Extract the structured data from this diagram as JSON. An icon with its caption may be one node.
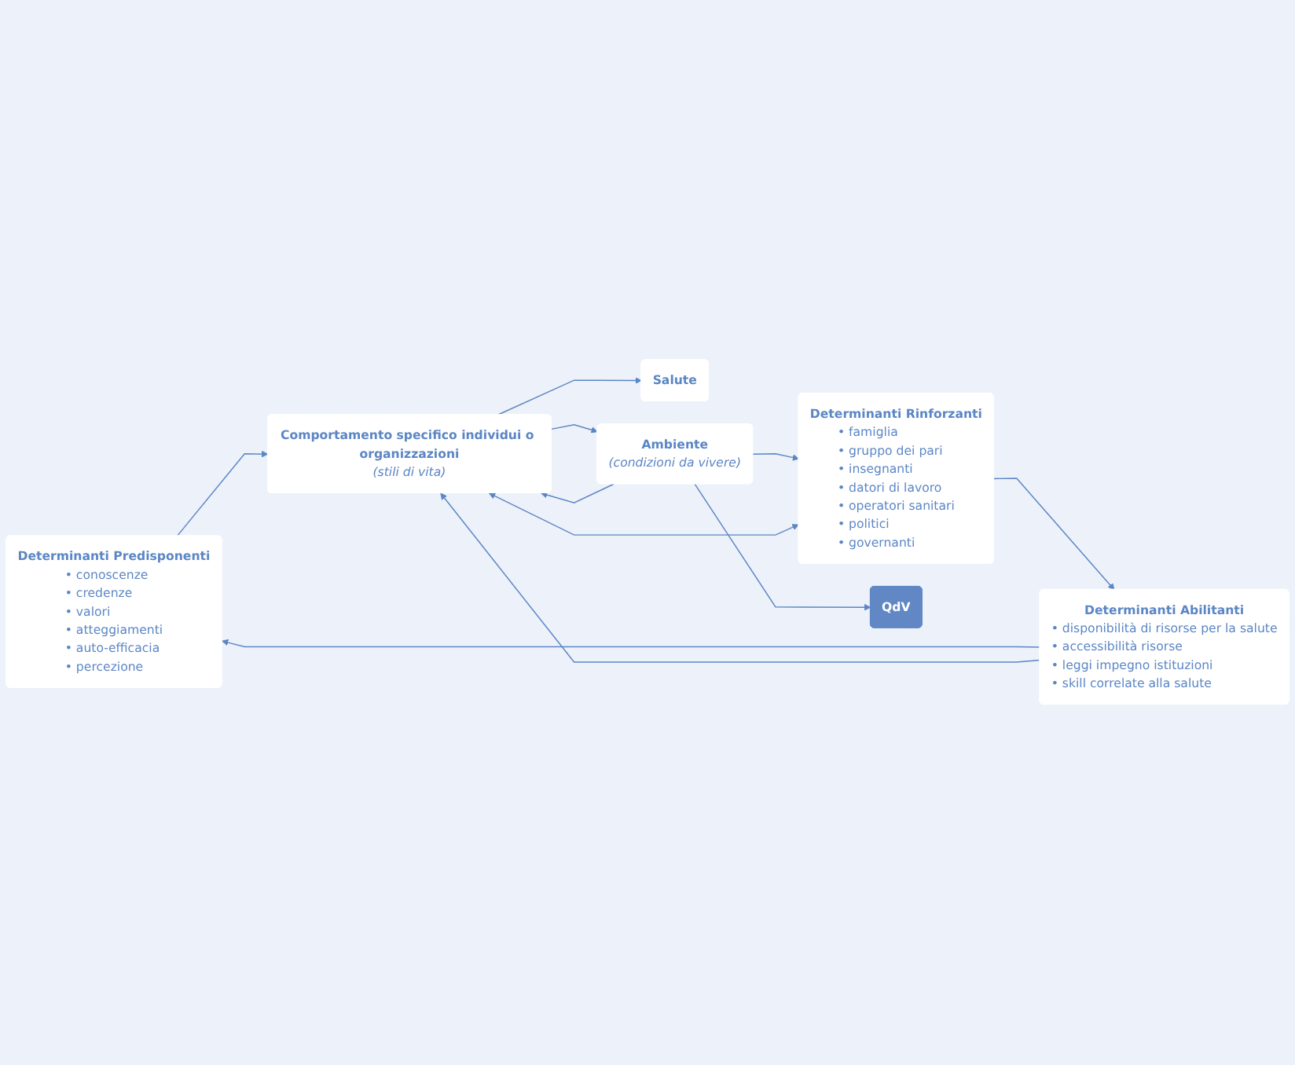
{
  "diagram": {
    "nodes": [
      {
        "text": [
          "Determinanti Predisponenti",
          "• conoscenze",
          "• credenze",
          "• valori",
          "• atteggiamenti",
          "• auto-efficacia",
          "• percezione"
        ]
      },
      {
        "text": [
          "Determinanti Abilitanti",
          "• disponibilità di risorse per la salute",
          "• accessibilità risorse",
          "• leggi impegno istituzioni",
          "• skill correlate alla salute"
        ]
      },
      {
        "text": [
          "Determinanti Rinforzanti",
          "• famiglia",
          "• gruppo dei pari",
          "• insegnanti",
          "• datori di lavoro",
          "• operatori sanitari",
          "• politici",
          "• governanti"
        ]
      },
      {
        "text": [
          "Comportamento specifico individui o organizzazioni",
          "(stili di vita)"
        ]
      },
      {
        "text": [
          "Salute"
        ]
      },
      {
        "text": [
          "QdV"
        ]
      },
      {
        "text": [
          "Ambiente",
          "(condizioni da vivere)"
        ]
      }
    ],
    "edges": [
      {
        "from": 0,
        "to": 3,
        "arrow": "to"
      },
      {
        "from": 1,
        "to": 0,
        "arrow": "to"
      },
      {
        "from": 2,
        "to": 1,
        "arrow": "to"
      },
      {
        "from": 1,
        "to": 3,
        "arrow": "to"
      },
      {
        "from": 2,
        "to": 3,
        "arrow": "both"
      },
      {
        "from": 6,
        "to": 3,
        "arrow": "to"
      },
      {
        "from": 3,
        "to": 6,
        "arrow": "to"
      },
      {
        "from": 3,
        "to": 4,
        "arrow": "to"
      },
      {
        "from": 6,
        "to": 5,
        "arrow": "to"
      },
      {
        "from": 6,
        "to": 2,
        "arrow": "to"
      }
    ]
  }
}
